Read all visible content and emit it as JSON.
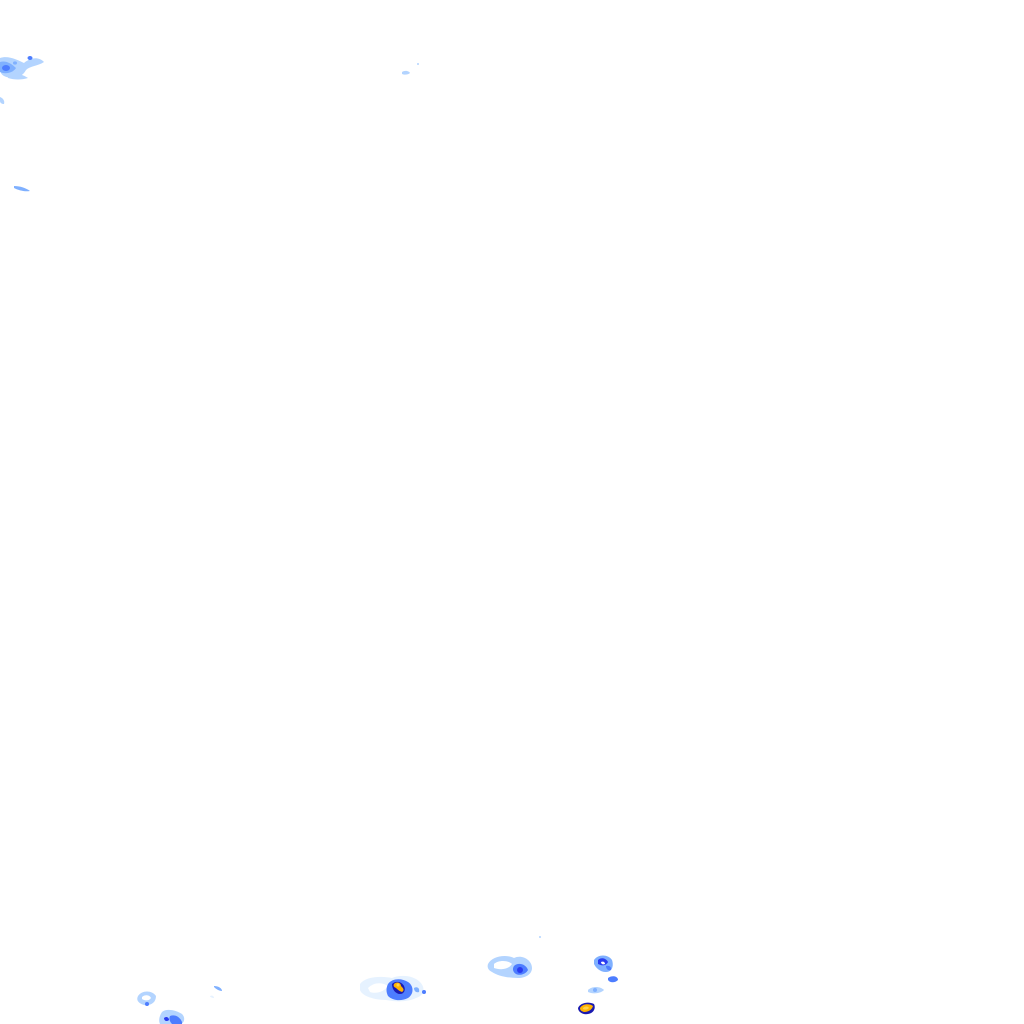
{
  "map": {
    "layer": "precipitation-radar-overlay",
    "background_color": "#ffffff",
    "intensity_colors": {
      "very_light": "#e6f2ff",
      "light": "#b3d4ff",
      "moderate_light": "#7fb0ff",
      "moderate": "#4d7dff",
      "heavy": "#2a3cf0",
      "very_heavy": "#1a1ab0",
      "intense": "#ffb300",
      "intense_core": "#ffd24d"
    },
    "echoes": [
      {
        "name": "echo-top-left-cluster",
        "intensity": "moderate"
      },
      {
        "name": "echo-top-left-streak",
        "intensity": "light"
      },
      {
        "name": "echo-top-left-small",
        "intensity": "light"
      },
      {
        "name": "echo-top-center-speck",
        "intensity": "very_light"
      },
      {
        "name": "echo-bottom-left-ring",
        "intensity": "moderate"
      },
      {
        "name": "echo-bottom-left-lower",
        "intensity": "heavy"
      },
      {
        "name": "echo-bottom-left-dash",
        "intensity": "light"
      },
      {
        "name": "echo-bottom-center-storm",
        "intensity": "intense"
      },
      {
        "name": "echo-bottom-center-cloud",
        "intensity": "moderate"
      },
      {
        "name": "echo-bottom-right-cell",
        "intensity": "heavy"
      },
      {
        "name": "echo-bottom-right-small",
        "intensity": "moderate"
      },
      {
        "name": "echo-bottom-right-storm",
        "intensity": "intense"
      }
    ]
  }
}
